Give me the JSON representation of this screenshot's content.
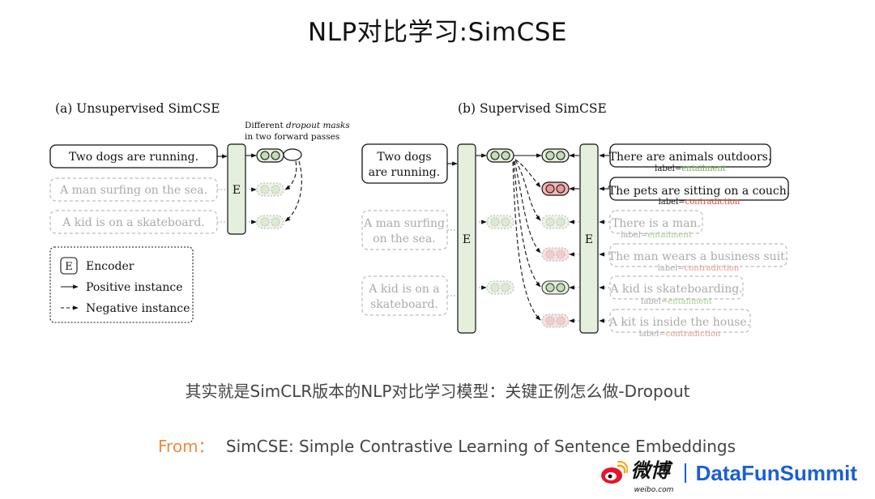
{
  "title": "NLP对比学习:SimCSE",
  "caption": "其实就是SimCLR版本的NLP对比学习模型：关键正例怎么做-Dropout",
  "source": {
    "prefix": "From：",
    "text": "SimCSE: Simple Contrastive Learning of Sentence Embeddings"
  },
  "footer": {
    "weibo": "微博",
    "weibo_sub": "weibo.com",
    "brand": "DataFunSummit"
  },
  "figure_a": {
    "title": "(a) Unsupervised SimCSE",
    "note_line1": "Different ",
    "note_italic": "dropout masks",
    "note_line2": "in two forward passes",
    "sentences": [
      "Two dogs are running.",
      "A man surfing on the sea.",
      "A kid is on a skateboard."
    ],
    "encoder": "E",
    "legend": {
      "encoder_symbol": "E",
      "encoder": "Encoder",
      "positive": "Positive instance",
      "negative": "Negative instance"
    }
  },
  "figure_b": {
    "title": "(b) Supervised SimCSE",
    "inputs": [
      [
        "Two dogs",
        "are running."
      ],
      [
        "A man surfing",
        "on the sea."
      ],
      [
        "A kid is on a",
        "skateboard."
      ]
    ],
    "encoder": "E",
    "label_prefix": "label=",
    "pairs": [
      {
        "text": "There are animals outdoors.",
        "label": "entailment"
      },
      {
        "text": "The pets are sitting on a couch.",
        "label": "contradiction"
      },
      {
        "text": "There is a man.",
        "label": "entailment"
      },
      {
        "text": "The man wears a business suit.",
        "label": "contradiction"
      },
      {
        "text": "A kid is skateboarding.",
        "label": "entailment"
      },
      {
        "text": "A kit is inside the house.",
        "label": "contradiction"
      }
    ]
  },
  "colors": {
    "green_fill": "#e4efdc",
    "red_fill": "#f2b7b7",
    "entail": "#6aa84f",
    "contra": "#d44a3a",
    "accent": "#ef8a3c",
    "brand": "#1a5fd6"
  }
}
